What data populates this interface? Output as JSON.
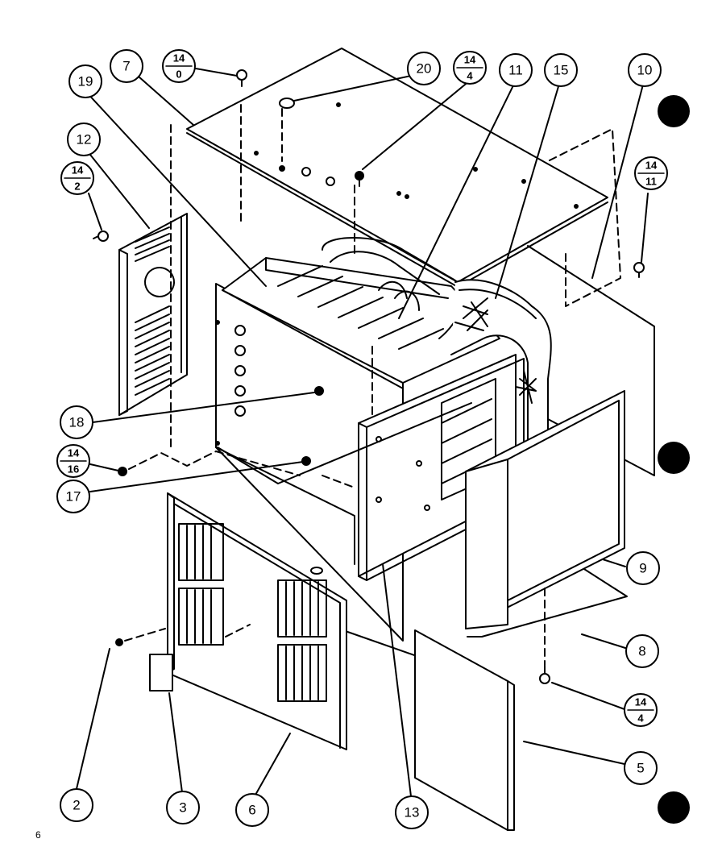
{
  "callouts": {
    "c2": "2",
    "c3": "3",
    "c5": "5",
    "c6": "6",
    "c7": "7",
    "c8": "8",
    "c9": "9",
    "c10": "10",
    "c11": "11",
    "c12": "12",
    "c13": "13",
    "c15": "15",
    "c17": "17",
    "c18": "18",
    "c19": "19",
    "c20": "20"
  },
  "fractions": {
    "f14_0": {
      "top": "14",
      "bottom": "0"
    },
    "f14_4a": {
      "top": "14",
      "bottom": "4"
    },
    "f14_2": {
      "top": "14",
      "bottom": "2"
    },
    "f14_11": {
      "top": "14",
      "bottom": "11"
    },
    "f14_16": {
      "top": "14",
      "bottom": "16"
    },
    "f14_4b": {
      "top": "14",
      "bottom": "4"
    }
  },
  "corner_mark": "6"
}
